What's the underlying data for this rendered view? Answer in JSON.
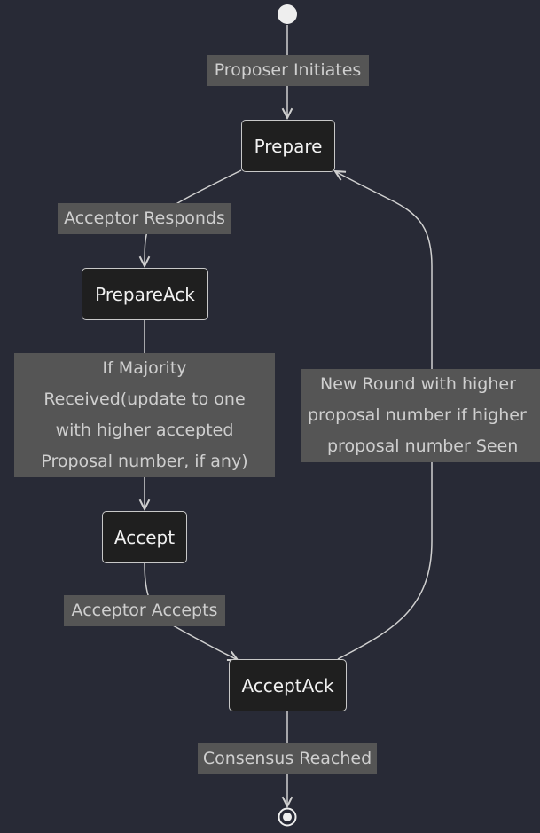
{
  "diagram": {
    "type": "state-diagram",
    "states": {
      "prepare": "Prepare",
      "prepare_ack": "PrepareAck",
      "accept": "Accept",
      "accept_ack": "AcceptAck"
    },
    "transitions": {
      "start_to_prepare": "Proposer Initiates",
      "prepare_to_prepare_ack": "Acceptor Responds",
      "prepare_ack_to_accept": [
        "If Majority",
        "Received(update to one",
        "with higher accepted",
        "Proposal number, if any)"
      ],
      "accept_to_accept_ack": "Acceptor Accepts",
      "accept_ack_to_prepare": [
        "New Round with higher",
        "proposal number if higher",
        "proposal number Seen"
      ],
      "accept_ack_to_end": "Consensus Reached"
    },
    "colors": {
      "background": "#282a36",
      "node_fill": "#1f1f1f",
      "node_stroke": "#c8c8c8",
      "edge": "#d0d0d0",
      "label_fill": "#555555",
      "label_text": "#cfcfcf"
    }
  }
}
